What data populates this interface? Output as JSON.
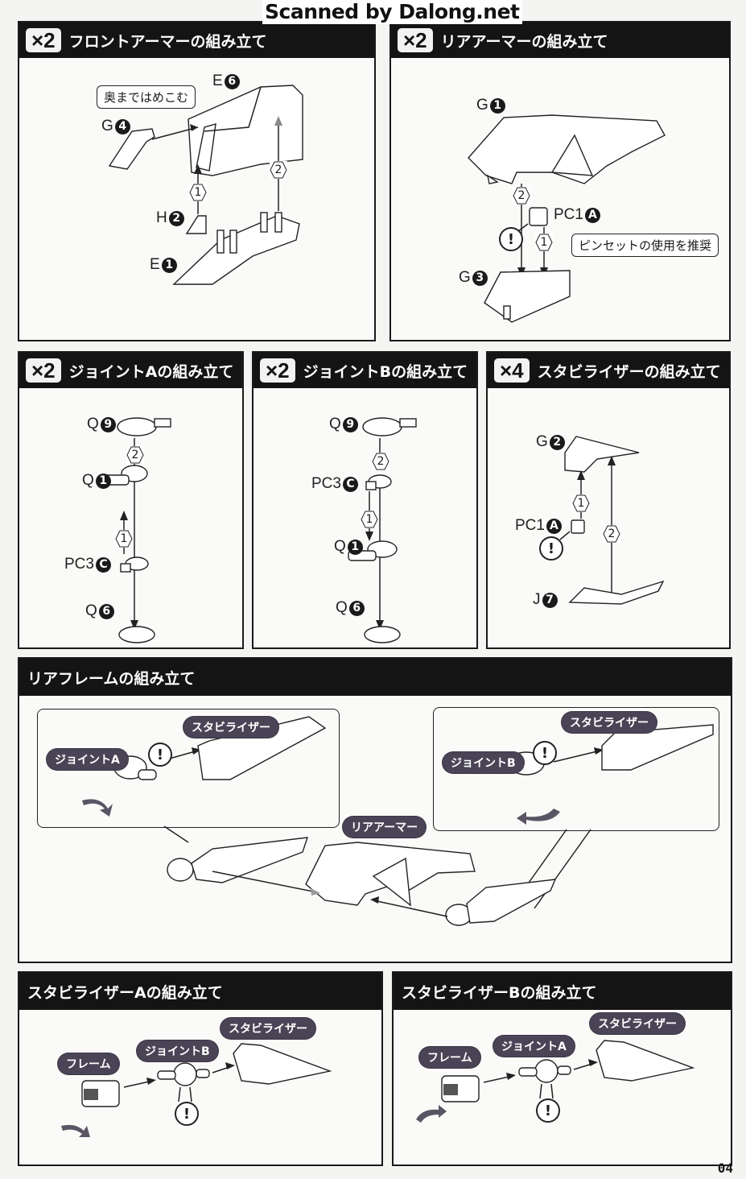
{
  "watermark": "Scanned by Dalong.net",
  "page_number": "04",
  "sections": {
    "front_armor": {
      "multiplier": "×2",
      "title": "フロントアーマーの組み立て",
      "callout": "奥まではめこむ",
      "parts": [
        {
          "letter": "E",
          "num": "6"
        },
        {
          "letter": "G",
          "num": "4"
        },
        {
          "letter": "H",
          "num": "2"
        },
        {
          "letter": "E",
          "num": "1"
        }
      ],
      "steps": [
        "1",
        "2"
      ]
    },
    "rear_armor": {
      "multiplier": "×2",
      "title": "リアアーマーの組み立て",
      "callout": "ピンセットの使用を推奨",
      "parts": [
        {
          "letter": "G",
          "num": "1"
        },
        {
          "letter": "PC1",
          "num": "A"
        },
        {
          "letter": "G",
          "num": "3"
        }
      ],
      "steps": [
        "2",
        "1"
      ],
      "warning": "!"
    },
    "joint_a": {
      "multiplier": "×2",
      "title": "ジョイントAの組み立て",
      "parts": [
        {
          "letter": "Q",
          "num": "9"
        },
        {
          "letter": "Q",
          "num": "1"
        },
        {
          "letter": "PC3",
          "num": "C"
        },
        {
          "letter": "Q",
          "num": "6"
        }
      ],
      "steps": [
        "2",
        "1"
      ]
    },
    "joint_b": {
      "multiplier": "×2",
      "title": "ジョイントBの組み立て",
      "parts": [
        {
          "letter": "Q",
          "num": "9"
        },
        {
          "letter": "PC3",
          "num": "C"
        },
        {
          "letter": "Q",
          "num": "1"
        },
        {
          "letter": "Q",
          "num": "6"
        }
      ],
      "steps": [
        "2",
        "1"
      ]
    },
    "stabilizer": {
      "multiplier": "×4",
      "title": "スタビライザーの組み立て",
      "parts": [
        {
          "letter": "G",
          "num": "2"
        },
        {
          "letter": "PC1",
          "num": "A"
        },
        {
          "letter": "J",
          "num": "7"
        }
      ],
      "steps": [
        "1",
        "2"
      ],
      "warning": "!"
    },
    "rear_frame": {
      "title": "リアフレームの組み立て",
      "left_box": {
        "joint": "ジョイントA",
        "stabilizer": "スタビライザー",
        "warning": "!"
      },
      "right_box": {
        "joint": "ジョイントB",
        "stabilizer": "スタビライザー",
        "warning": "!"
      },
      "rear_armor_label": "リアアーマー"
    },
    "stabilizer_a": {
      "title": "スタビライザーAの組み立て",
      "frame": "フレーム",
      "joint": "ジョイントB",
      "stabilizer": "スタビライザー",
      "warning": "!"
    },
    "stabilizer_b": {
      "title": "スタビライザーBの組み立て",
      "frame": "フレーム",
      "joint": "ジョイントA",
      "stabilizer": "スタビライザー",
      "warning": "!"
    }
  }
}
